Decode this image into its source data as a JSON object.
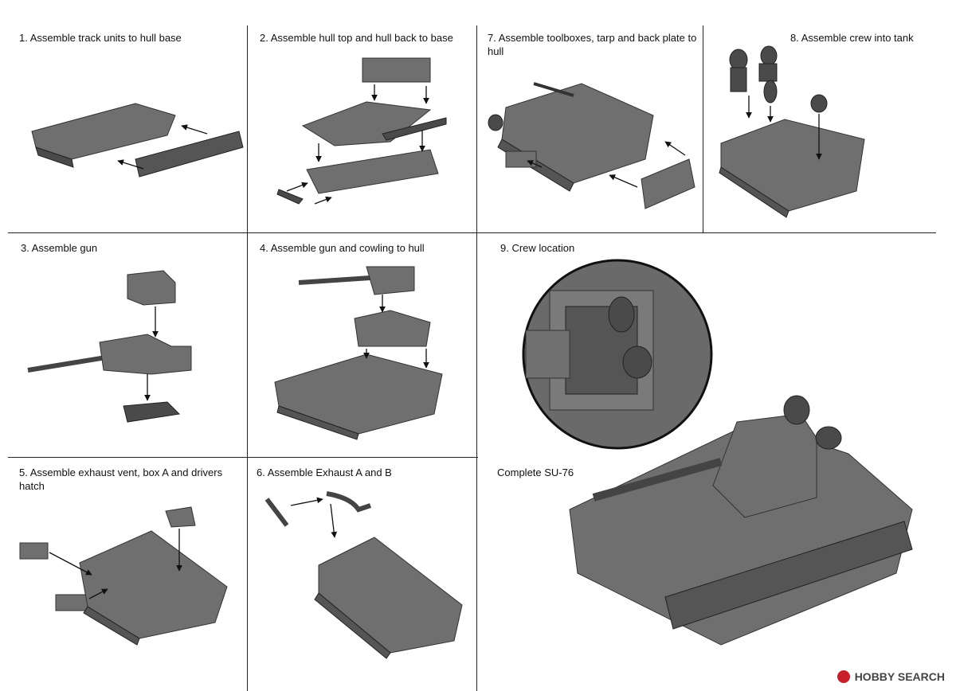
{
  "steps": {
    "s1": "1. Assemble track units to hull base",
    "s2": "2. Assemble hull top and hull back to base",
    "s7": "7. Assemble toolboxes, tarp and back plate to hull",
    "s8": "8. Assemble crew into tank",
    "s3": "3. Assemble gun",
    "s4": "4. Assemble gun and cowling to hull",
    "s9": "9. Crew location",
    "s5": "5. Assemble exhaust vent, box A and drivers hatch",
    "s6": "6. Assemble Exhaust A and B",
    "complete": "Complete SU-76"
  },
  "watermark": {
    "text": "HOBBY SEARCH",
    "icon": "hobbysearch-logo-icon"
  }
}
